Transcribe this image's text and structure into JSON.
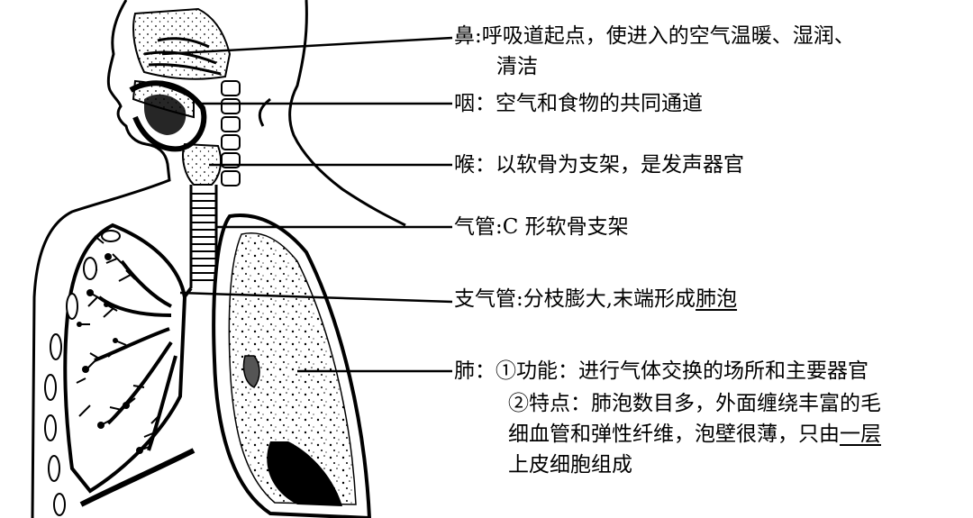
{
  "labels": {
    "nose": {
      "title": "鼻",
      "line1": ":呼吸道起点，使进入的空气温暖、湿润、",
      "line2": "清洁"
    },
    "pharynx": {
      "title": "咽",
      "text": "：空气和食物的共同通道"
    },
    "larynx": {
      "title": "喉",
      "text": "：以软骨为支架，是发声器官"
    },
    "trachea": {
      "title": "气管",
      "text": ":C 形软骨支架"
    },
    "bronchi": {
      "title": "支气管",
      "text": ":分枝膨大,末端形成",
      "underlined": "肺泡"
    },
    "lung": {
      "title": "肺",
      "function": "：①功能：进行气体交换的场所和主要器官",
      "feature_line1": "②特点：肺泡数目多，外面缠绕丰富的毛",
      "feature_line2_a": "细血管和弹性纤维，泡壁很薄，只由",
      "feature_line2_underlined": "一层",
      "feature_line3": "上皮细胞组成"
    }
  },
  "colors": {
    "ink": "#000000",
    "paper": "#ffffff"
  }
}
